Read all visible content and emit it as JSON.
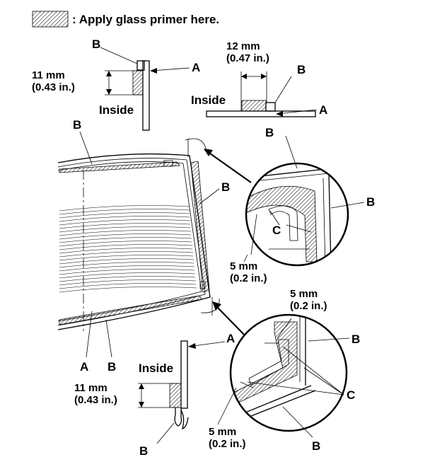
{
  "legend": {
    "text": ": Apply glass primer here."
  },
  "labels": {
    "A": "A",
    "B": "B",
    "C": "C",
    "inside": "Inside"
  },
  "dimensions": {
    "d11_mm": "11 mm",
    "d11_in": "(0.43 in.)",
    "d12_mm": "12 mm",
    "d12_in": "(0.47 in.)",
    "d5_mm": "5 mm",
    "d5_in": "(0.2 in.)"
  }
}
